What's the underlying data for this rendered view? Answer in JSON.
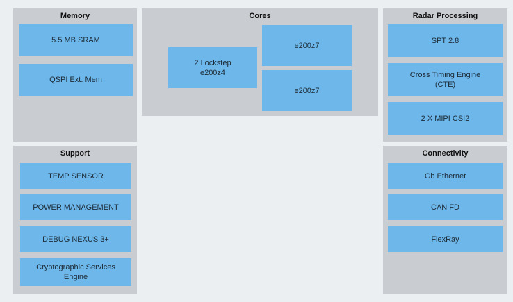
{
  "memory": {
    "title": "Memory",
    "items": [
      "5.5 MB SRAM",
      "QSPI Ext. Mem"
    ]
  },
  "cores": {
    "title": "Cores",
    "lockstep": [
      "2 Lockstep",
      "e200z4"
    ],
    "core_a": "e200z7",
    "core_b": "e200z7"
  },
  "radar": {
    "title": "Radar Processing",
    "items": [
      "SPT 2.8",
      [
        "Cross Timing Engine",
        "(CTE)"
      ],
      "2 X MIPI CSI2"
    ]
  },
  "support": {
    "title": "Support",
    "items": [
      "TEMP SENSOR",
      "POWER MANAGEMENT",
      "DEBUG NEXUS 3+",
      [
        "Cryptographic Services",
        "Engine"
      ]
    ]
  },
  "connectivity": {
    "title": "Connectivity",
    "items": [
      "Gb Ethernet",
      "CAN FD",
      "FlexRay"
    ]
  },
  "colors": {
    "panel": "#c9ccd0",
    "block": "#6db7ea",
    "background": "#eceff1"
  }
}
